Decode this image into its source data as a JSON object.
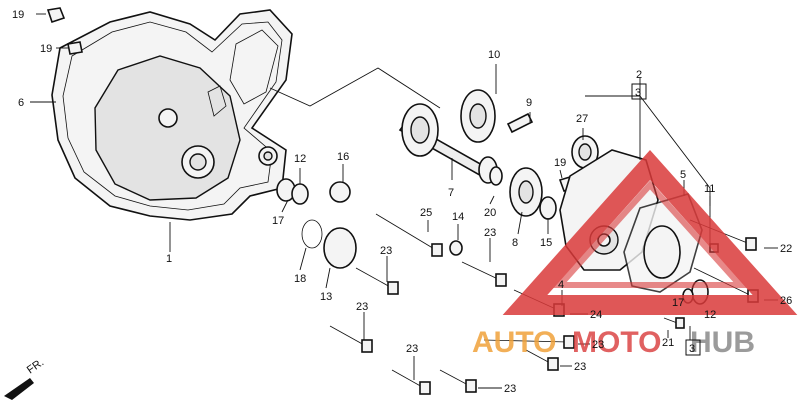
{
  "diagram": {
    "callouts": [
      {
        "id": "c19a",
        "text": "19"
      },
      {
        "id": "c19b",
        "text": "19"
      },
      {
        "id": "c6",
        "text": "6"
      },
      {
        "id": "c1",
        "text": "1"
      },
      {
        "id": "c10",
        "text": "10"
      },
      {
        "id": "c9",
        "text": "9"
      },
      {
        "id": "c2",
        "text": "2"
      },
      {
        "id": "c3a",
        "text": "3"
      },
      {
        "id": "c27",
        "text": "27"
      },
      {
        "id": "c12a",
        "text": "12"
      },
      {
        "id": "c16",
        "text": "16"
      },
      {
        "id": "c19c",
        "text": "19"
      },
      {
        "id": "c7",
        "text": "7"
      },
      {
        "id": "c5",
        "text": "5"
      },
      {
        "id": "c11",
        "text": "11"
      },
      {
        "id": "c17a",
        "text": "17"
      },
      {
        "id": "c25",
        "text": "25"
      },
      {
        "id": "c14",
        "text": "14"
      },
      {
        "id": "c20",
        "text": "20"
      },
      {
        "id": "c8",
        "text": "8"
      },
      {
        "id": "c15",
        "text": "15"
      },
      {
        "id": "c23a",
        "text": "23"
      },
      {
        "id": "c18",
        "text": "18"
      },
      {
        "id": "c13",
        "text": "13"
      },
      {
        "id": "c23b",
        "text": "23"
      },
      {
        "id": "c4",
        "text": "4"
      },
      {
        "id": "c22",
        "text": "22"
      },
      {
        "id": "c26",
        "text": "26"
      },
      {
        "id": "c17b",
        "text": "17"
      },
      {
        "id": "c12b",
        "text": "12"
      },
      {
        "id": "c24",
        "text": "24"
      },
      {
        "id": "c23c",
        "text": "23"
      },
      {
        "id": "c21",
        "text": "21"
      },
      {
        "id": "c3b",
        "text": "3"
      },
      {
        "id": "c23d",
        "text": "23"
      },
      {
        "id": "c23e",
        "text": "23"
      },
      {
        "id": "c23f",
        "text": "23"
      },
      {
        "id": "c23g",
        "text": "23"
      }
    ],
    "front_marker": "FR."
  },
  "watermark": {
    "text_part1": "AUTO",
    "text_part2": "MOTO",
    "text_part3": "HUB",
    "color_red": "#d93a3a",
    "color_orange": "#f0a23a",
    "color_gray": "#9a9a9a"
  }
}
